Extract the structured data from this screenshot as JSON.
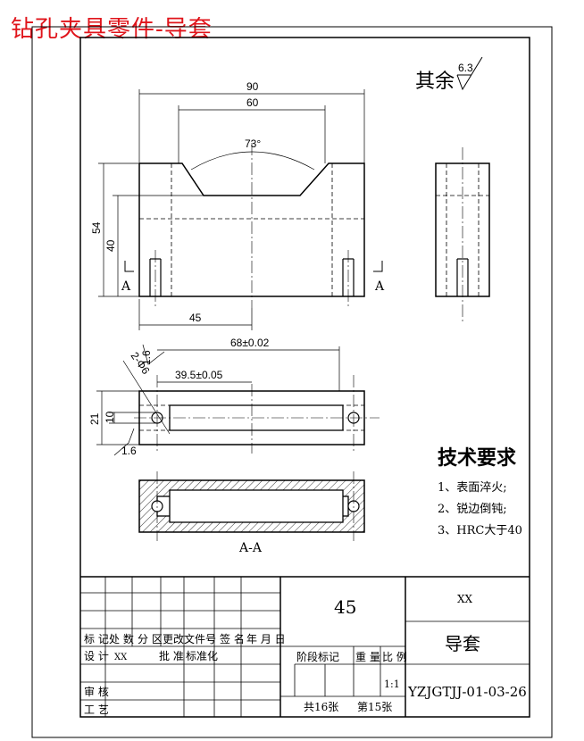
{
  "title": "钻孔夹具零件-导套",
  "roughness": {
    "label": "其余",
    "value": "6.3"
  },
  "dims": {
    "d90": "90",
    "d60": "60",
    "angle": "73°",
    "d54": "54",
    "d40": "40",
    "d45": "45",
    "d68": "68±0.02",
    "d39": "39.5±0.05",
    "d21": "21",
    "d10": "10",
    "hole": "2-Φ6",
    "r16a": "1.6",
    "r16b": "1.6"
  },
  "section": {
    "mark": "A",
    "label": "A-A"
  },
  "requirements": {
    "title": "技术要求",
    "items": [
      "1、表面淬火;",
      "2、锐边倒钝;",
      "3、HRC大于40"
    ]
  },
  "titleblock": {
    "material": "45",
    "company": "XX",
    "part_name": "导套",
    "drawing_no": "YZJGTJJ-01-03-26",
    "h_mark": "标 记",
    "h_qty": "处 数",
    "h_zone": "分 区",
    "h_doc": "更改文件号",
    "h_sign": "签 名",
    "h_date": "年 月 日",
    "design": "设 计",
    "design_by": "XX",
    "std": "标准化",
    "check": "审 核",
    "process": "工 艺",
    "approve": "批 准",
    "stage": "阶段标记",
    "weight": "重 量",
    "scale_h": "比 例",
    "scale": "1:1",
    "sheets": "共16张",
    "sheet_no": "第15张"
  }
}
